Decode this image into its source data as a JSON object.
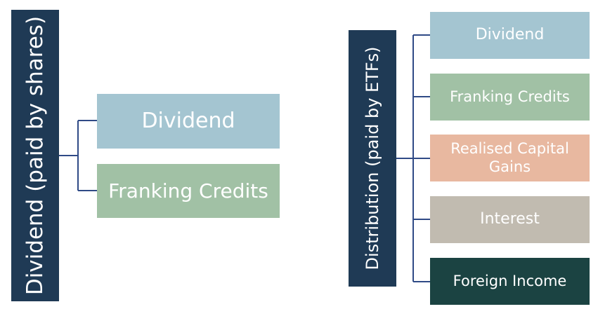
{
  "left_tree": {
    "root_label": "Dividend (paid by shares)",
    "children": [
      {
        "label": "Dividend",
        "color": "#a4c5d1"
      },
      {
        "label": "Franking Credits",
        "color": "#a1c1a5"
      }
    ]
  },
  "right_tree": {
    "root_label": "Distribution (paid by ETFs)",
    "children": [
      {
        "label": "Dividend",
        "color": "#a4c5d1"
      },
      {
        "label": "Franking Credits",
        "color": "#a1c1a5"
      },
      {
        "label": "Realised Capital Gains",
        "color": "#e8b8a0"
      },
      {
        "label": "Interest",
        "color": "#c1bbb0"
      },
      {
        "label": "Foreign Income",
        "color": "#1b4342"
      }
    ]
  },
  "colors": {
    "root_bg": "#1f3a55",
    "connector": "#2f4a86"
  }
}
